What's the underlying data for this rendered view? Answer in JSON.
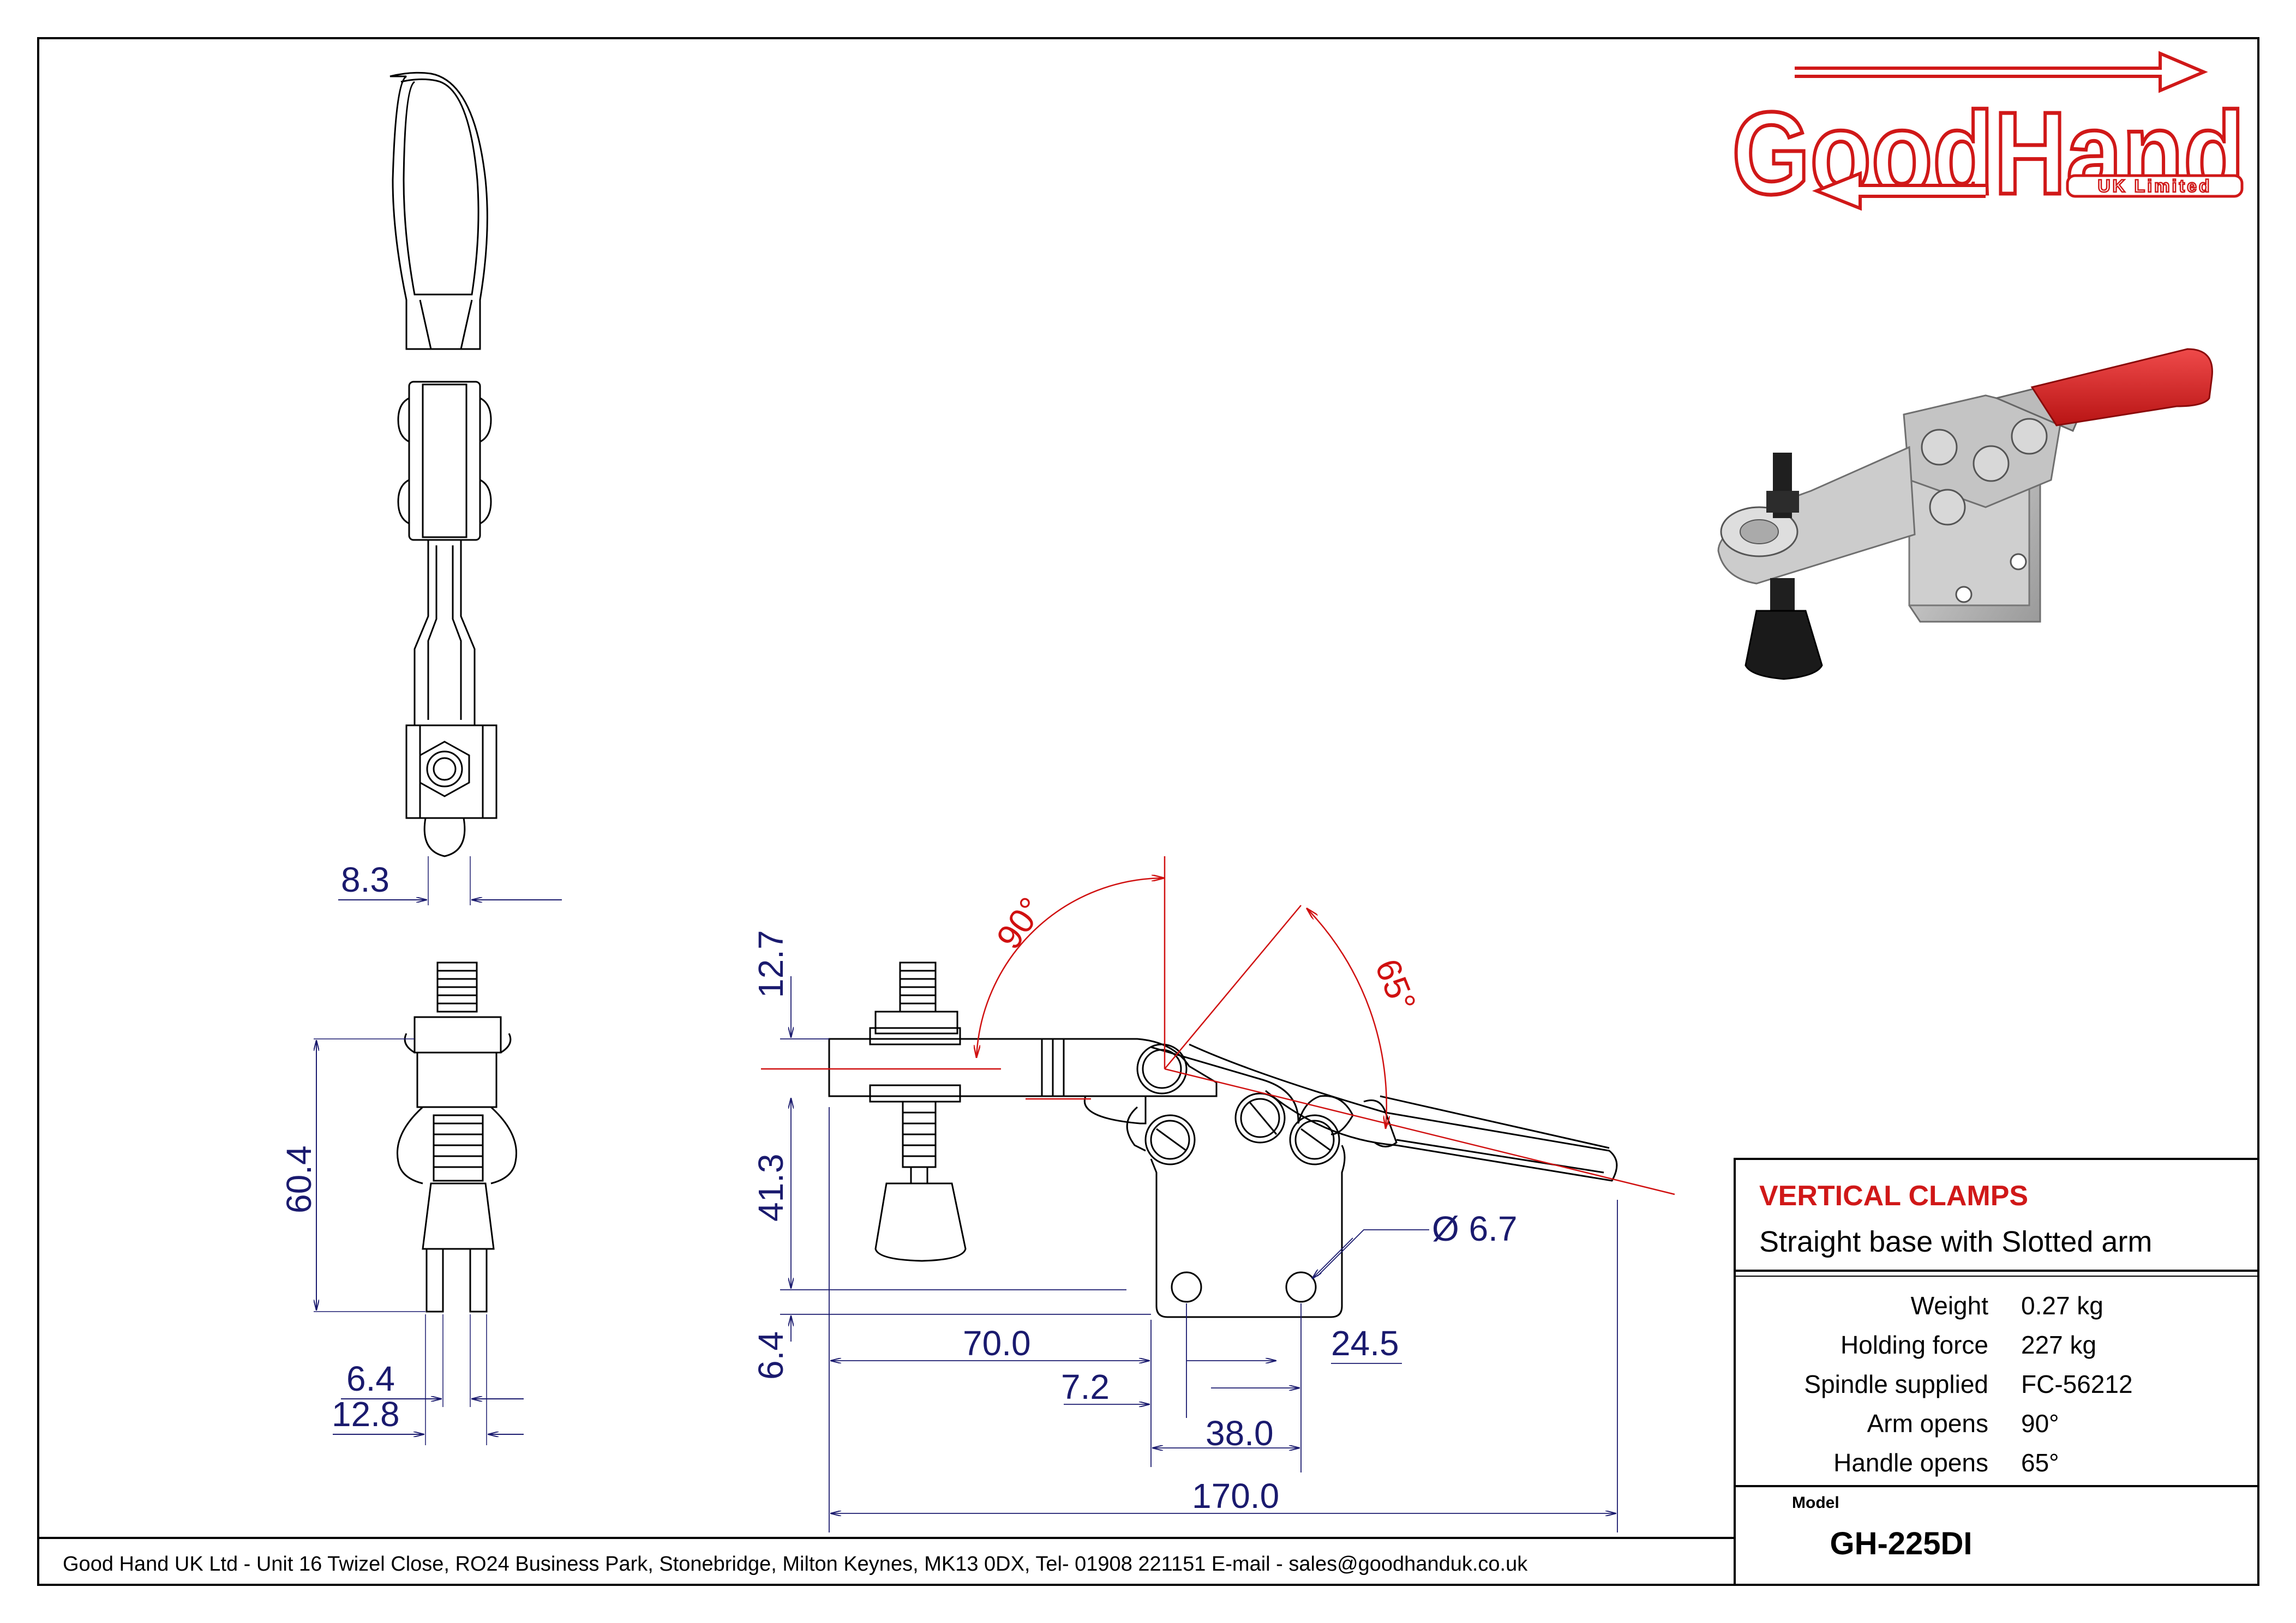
{
  "brand": {
    "name": "GoodHand",
    "subtitle": "UK Limited",
    "color": "#d01818"
  },
  "colors": {
    "dimension": "#1a1a6e",
    "angle": "#d01010",
    "outline": "#000000",
    "title": "#d01818"
  },
  "side_view": {
    "dim_8_3": "8.3"
  },
  "end_view": {
    "dim_60_4": "60.4",
    "dim_6_4": "6.4",
    "dim_12_8": "12.8"
  },
  "front_view": {
    "angle_arm": "90°",
    "angle_handle": "65°",
    "dim_12_7": "12.7",
    "dim_41_3": "41.3",
    "dim_6_4": "6.4",
    "dim_70_0": "70.0",
    "dim_7_2": "7.2",
    "dim_38_0": "38.0",
    "dim_24_5": "24.5",
    "dim_170_0": "170.0",
    "dim_hole": "Ø 6.7"
  },
  "title_block": {
    "category": "VERTICAL CLAMPS",
    "description": "Straight base with Slotted arm",
    "specs": [
      {
        "label": "Weight",
        "value": "0.27 kg"
      },
      {
        "label": "Holding force",
        "value": "227 kg"
      },
      {
        "label": "Spindle supplied",
        "value": "FC-56212"
      },
      {
        "label": "Arm opens",
        "value": "90°"
      },
      {
        "label": "Handle opens",
        "value": "65°"
      }
    ],
    "model_label": "Model",
    "model": "GH-225DI"
  },
  "footer": {
    "address": "Good Hand UK Ltd  - Unit 16 Twizel Close, RO24 Business Park, Stonebridge, Milton Keynes, MK13 0DX,  Tel- 01908 221151  E-mail - sales@goodhanduk.co.uk"
  }
}
